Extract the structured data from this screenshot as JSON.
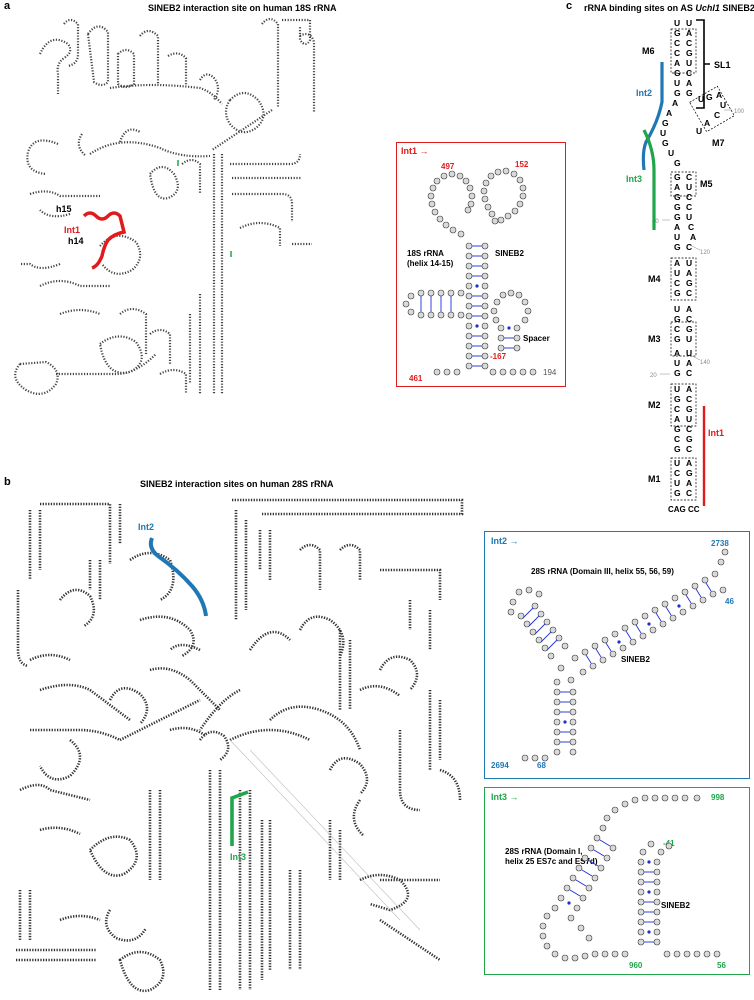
{
  "panel_a": {
    "letter": "a",
    "title": "SINEB2 interaction site on human 18S rRNA",
    "labels": {
      "h15": "h15",
      "int": "Int1",
      "h14": "h14"
    },
    "inset": {
      "tag": "Int1 →",
      "rrna": "18S rRNA",
      "rrna_sub": "(helix 14-15)",
      "sineb2": "SINEB2",
      "spacer": "Spacer",
      "nums": {
        "n497": "497",
        "n152": "152",
        "n167": "-167",
        "n461": "461",
        "n194": "194"
      }
    }
  },
  "panel_b": {
    "letter": "b",
    "title": "SINEB2 interaction sites on human 28S rRNA",
    "labels": {
      "int2": "Int2",
      "int3": "Int3"
    },
    "inset2": {
      "tag": "Int2 →",
      "rrna": "28S rRNA (Domain III, helix 55, 56, 59)",
      "sineb2": "SINEB2",
      "nums": {
        "n2738": "2738",
        "n46": "46",
        "n2694": "2694",
        "n68": "68"
      }
    },
    "inset3": {
      "tag": "Int3 →",
      "rrna": "28S rRNA (Domain I,",
      "rrna_sub": "helix 25 ES7c and ES7d)",
      "sineb2": "SINEB2",
      "nums": {
        "n998": "998",
        "n41": "-41",
        "n960": "960",
        "n56": "56"
      }
    }
  },
  "panel_c": {
    "letter": "c",
    "title_pre": "rRNA binding sites on AS ",
    "title_gene": "Uchl1",
    "title_post": " SINEB2",
    "labels": {
      "sl1": "SL1",
      "m6": "M6",
      "m7": "M7",
      "m5": "M5",
      "m4": "M4",
      "m3": "M3",
      "m2": "M2",
      "m1": "M1",
      "int1": "Int1",
      "int2": "Int2",
      "int3": "Int3"
    },
    "ticks": {
      "t100": "100",
      "t120": "120",
      "t40": "40",
      "t140": "140",
      "t20": "20"
    },
    "bottom": "CAG CC"
  },
  "colors": {
    "int1": "#e31a1c",
    "int2": "#1f78b4",
    "int3": "#1fa64a",
    "pair": "#1b2fd6"
  }
}
